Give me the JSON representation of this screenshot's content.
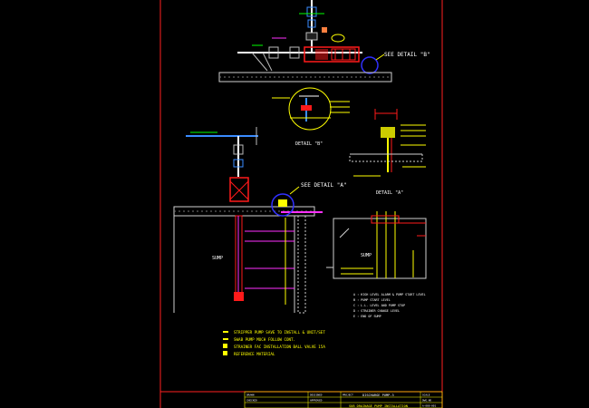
{
  "colors": {
    "background": "#000000",
    "frame": "#ff2020",
    "pipe": "#ffffff",
    "pump": "#ff1a1a",
    "annotation_yellow": "#ffff00",
    "detail_blue": "#3030ff",
    "magenta": "#ff30ff",
    "cyan": "#00ffff",
    "green": "#00ff00"
  },
  "labels": {
    "see_detail_b": "SEE DETAIL \"B\"",
    "see_detail_a": "SEE DETAIL \"A\"",
    "detail_b": "DETAIL \"B\"",
    "detail_a": "DETAIL \"A\"",
    "sump": "SUMP",
    "sump2": "SUMP"
  },
  "legend": [
    {
      "icon": "dash",
      "text": "STRIPPER PUMP SAVE TO INSTALL & UNIT/SET"
    },
    {
      "icon": "dash",
      "text": "SWAB PUMP MUCH FOLLOW CONT."
    },
    {
      "icon": "square",
      "text": "STRAINER FAC INSTALLATION BALL VALVE 15A"
    },
    {
      "icon": "square",
      "text": "REFERENCE MATERIAL"
    }
  ],
  "notes": [
    "A : HIGH LEVEL ALARM & PUMP START LEVEL",
    "B : PUMP START LEVEL",
    "C : L.L. LEVEL AND PUMP STOP",
    "D : STRAINER CHANGE LEVEL",
    "E : END OF SUMP"
  ],
  "title_block": {
    "cells": [
      "DRAWN",
      "CHECKED",
      "DESIGNED",
      "APPROVED",
      "PROJECT",
      "SCALE",
      "DWG.NO"
    ],
    "project_name": "DISCHARGE PUMP-3",
    "drawing_title": "SUB DRAINAGE PUMP INSTALLATION",
    "dwg_no": "A-000-001"
  }
}
